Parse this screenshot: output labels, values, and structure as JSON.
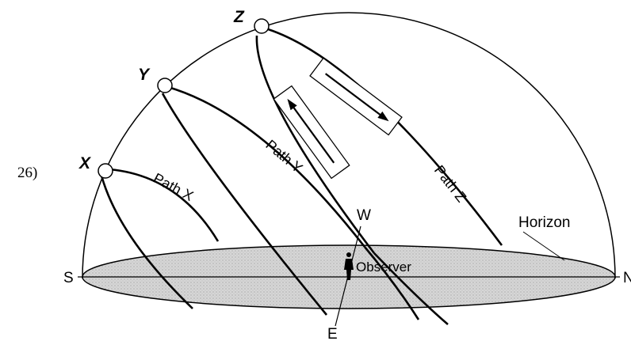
{
  "question_number": "26)",
  "labels": {
    "point_x": "X",
    "point_y": "Y",
    "point_z": "Z",
    "path_x": "Path X",
    "path_y": "Path Y",
    "path_z": "Path Z",
    "west": "W",
    "east": "E",
    "south": "S",
    "north": "N",
    "horizon": "Horizon",
    "observer": "Observer"
  },
  "colors": {
    "line": "#000000",
    "horizon_fill": "#d9d9d9"
  },
  "icons": {
    "observer": "person-silhouette-icon",
    "arrow_up": "arrow-up-left-icon",
    "arrow_down": "arrow-down-right-icon"
  }
}
